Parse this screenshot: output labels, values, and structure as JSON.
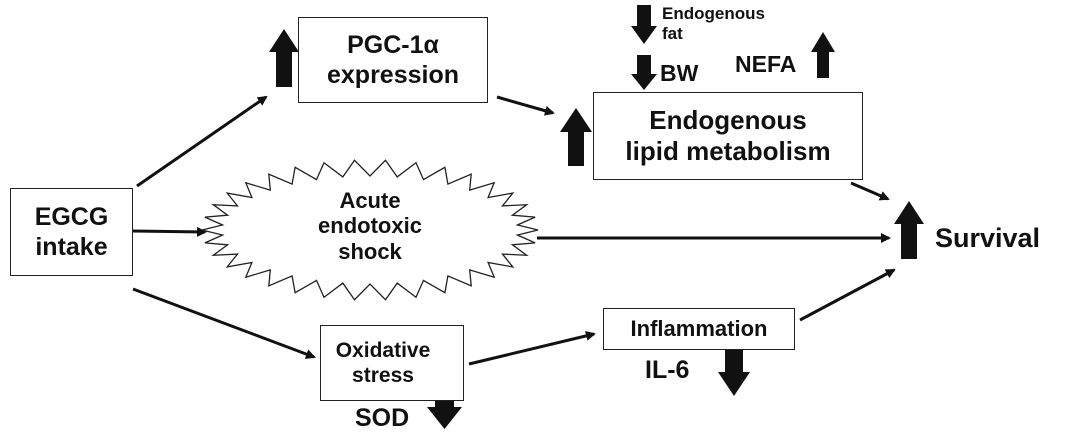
{
  "nodes": {
    "egcg": {
      "line1": "EGCG",
      "line2": "intake"
    },
    "pgc": {
      "line1": "PGC-1α",
      "line2": "expression"
    },
    "lipid": {
      "line1": "Endogenous",
      "line2": "lipid metabolism"
    },
    "shock": {
      "line1": "Acute",
      "line2": "endotoxic",
      "line3": "shock"
    },
    "oxidative": {
      "line1": "Oxidative",
      "line2": "stress"
    },
    "inflammation": {
      "label": "Inflammation"
    },
    "survival": {
      "label": "Survival"
    }
  },
  "markers": {
    "endogenous_fat": {
      "line1": "Endogenous",
      "line2": "fat",
      "direction": "down"
    },
    "bw": {
      "label": "BW",
      "direction": "down"
    },
    "nefa": {
      "label": "NEFA",
      "direction": "up"
    },
    "sod": {
      "label": "SOD",
      "direction": "down"
    },
    "il6": {
      "label": "IL-6",
      "direction": "down"
    },
    "pgc_up": {
      "direction": "up"
    },
    "lipid_up": {
      "direction": "up"
    },
    "survival_up": {
      "direction": "up"
    }
  },
  "colors": {
    "ink": "#111111",
    "border": "#222222",
    "background": "#ffffff"
  }
}
